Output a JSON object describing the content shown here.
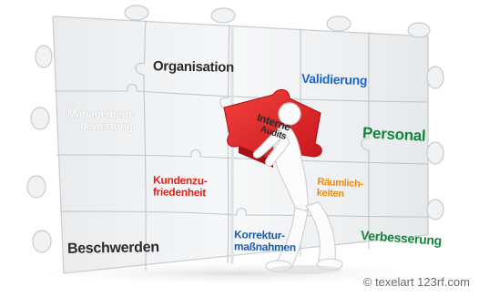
{
  "image": {
    "labels": {
      "organisation": "Organisation",
      "validierung": "Validierung",
      "management_1": "Management-",
      "management_2": "bewertung",
      "personal": "Personal",
      "interne_1": "Interne",
      "interne_2": "Audits",
      "kundenzu_1": "Kundenzu-",
      "kundenzu_2": "friedenheit",
      "raeumlich_1": "Räumlich-",
      "raeumlich_2": "keiten",
      "korrektur_1": "Korrektur-",
      "korrektur_2": "maßnahmen",
      "beschwerden": "Beschwerden",
      "verbesserung": "Verbesserung"
    },
    "credit": "© texelart 123rf.com"
  },
  "colors": {
    "piece": "#f4f5f6",
    "piece_edge": "#c9cccf",
    "red_piece": "#e8262a",
    "text_dark": "#2b2b2b",
    "text_blue": "#1b66c9",
    "text_green": "#13863a",
    "text_red": "#e3221b",
    "text_orange": "#f08a0b",
    "text_white": "#ffffff",
    "figure": "#fbfbfb"
  }
}
